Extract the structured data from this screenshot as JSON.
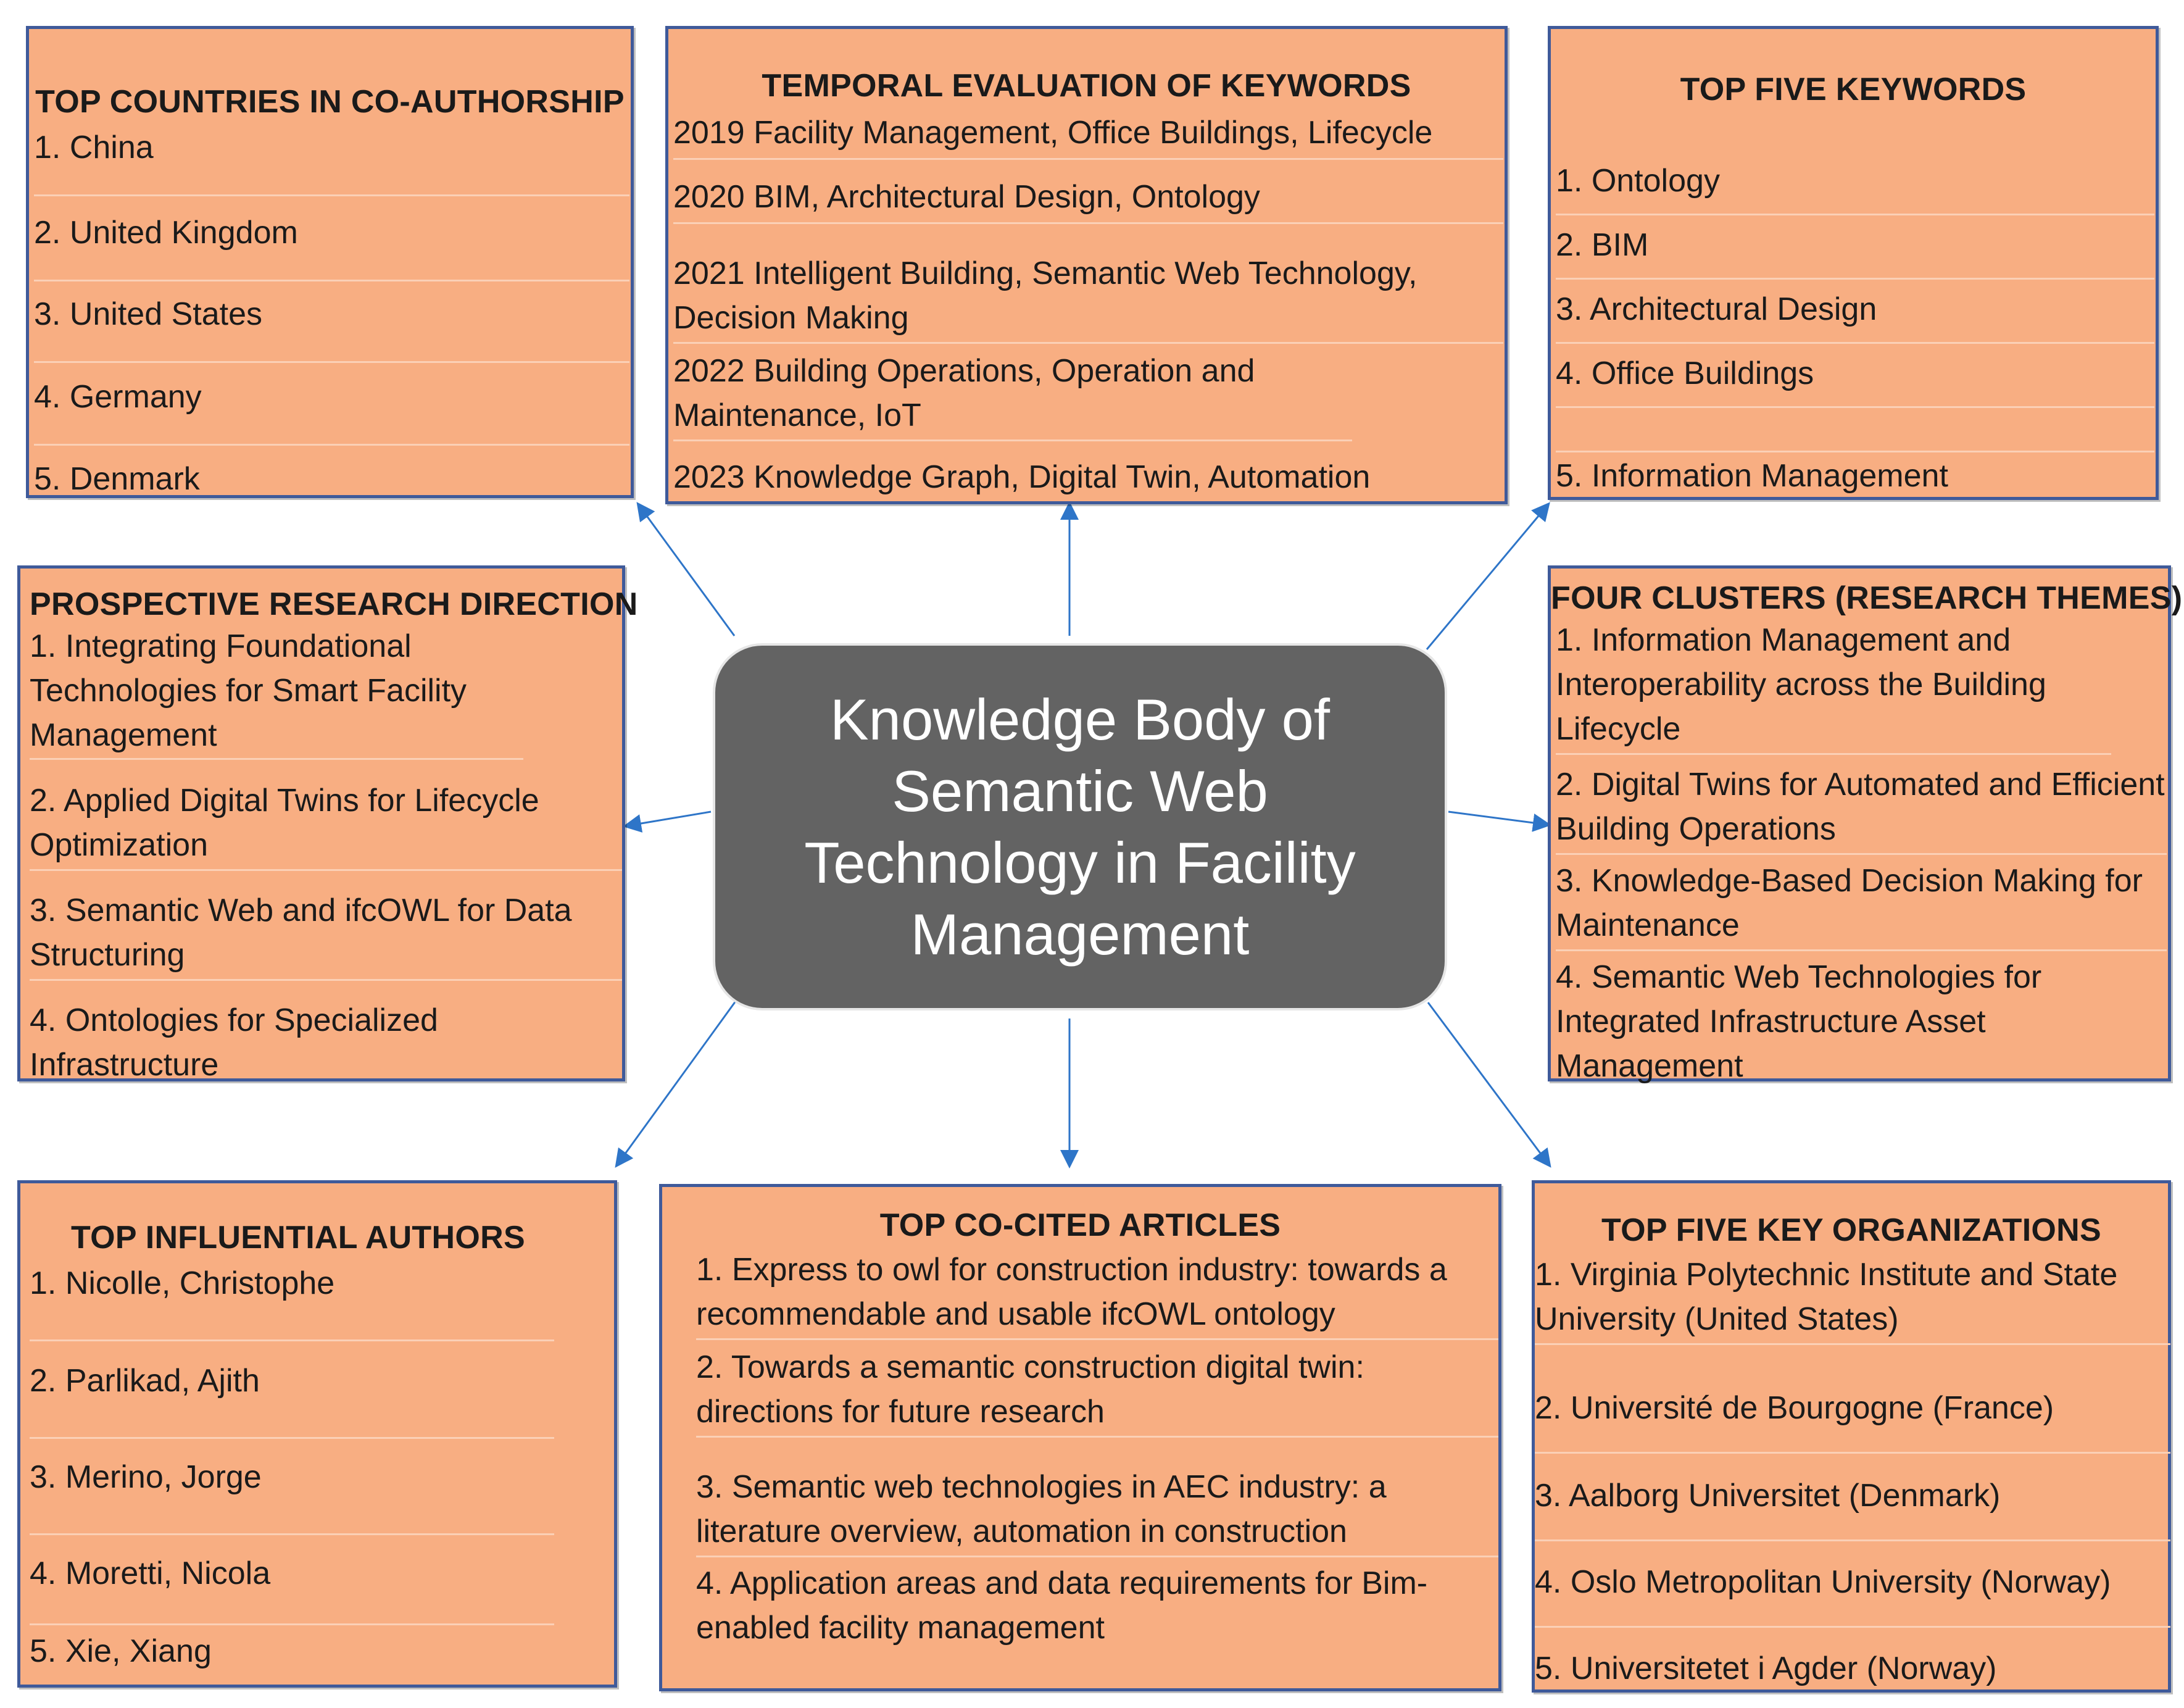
{
  "center": {
    "text": "Knowledge Body of Semantic Web Technology in Facility Management"
  },
  "countries": {
    "title": "TOP COUNTRIES IN CO-AUTHORSHIP",
    "items": [
      "1. China",
      "2. United Kingdom",
      "3. United States",
      "4. Germany",
      "5. Denmark"
    ]
  },
  "temporal": {
    "title": "TEMPORAL EVALUATION OF KEYWORDS",
    "items": [
      "2019 Facility Management, Office Buildings, Lifecycle",
      "2020 BIM, Architectural Design, Ontology",
      "2021 Intelligent Building, Semantic Web Technology, Decision Making",
      "2022 Building Operations, Operation and Maintenance, IoT",
      "2023 Knowledge Graph, Digital Twin, Automation"
    ]
  },
  "keywords": {
    "title": "TOP FIVE KEYWORDS",
    "items": [
      "1. Ontology",
      "2. BIM",
      "3. Architectural Design",
      "4. Office Buildings",
      "",
      "5. Information Management"
    ]
  },
  "prospective": {
    "title": "PROSPECTIVE RESEARCH DIRECTION",
    "items": [
      "1. Integrating Foundational Technologies for Smart Facility Management",
      "2. Applied Digital Twins for Lifecycle Optimization",
      "3. Semantic Web and ifcOWL for Data Structuring",
      "4. Ontologies for Specialized Infrastructure"
    ]
  },
  "clusters": {
    "title": "FOUR CLUSTERS (RESEARCH THEMES)",
    "items": [
      "1. Information Management and Interoperability across the Building Lifecycle",
      "2. Digital Twins for Automated and Efficient Building Operations",
      "3. Knowledge-Based Decision Making for Maintenance",
      "4. Semantic Web Technologies for Integrated Infrastructure Asset Management"
    ]
  },
  "authors": {
    "title": "TOP INFLUENTIAL AUTHORS",
    "items": [
      "1. Nicolle, Christophe",
      "2. Parlikad, Ajith",
      "3. Merino, Jorge",
      "4. Moretti, Nicola",
      "5. Xie, Xiang"
    ]
  },
  "articles": {
    "title": "TOP CO-CITED ARTICLES",
    "items": [
      "1. Express to owl for construction industry: towards a recommendable and usable ifcOWL ontology",
      "2. Towards a semantic construction digital twin: directions for future research",
      "3. Semantic web technologies in AEC industry: a literature overview, automation in construction",
      "4. Application areas and data requirements for Bim-enabled facility management"
    ]
  },
  "organizations": {
    "title": "TOP FIVE KEY ORGANIZATIONS",
    "items": [
      "1. Virginia Polytechnic Institute and State University (United States)",
      "2. Université de Bourgogne (France)",
      "3. Aalborg Universitet (Denmark)",
      "4. Oslo Metropolitan University (Norway)",
      "5. Universitetet i Agder (Norway)"
    ]
  },
  "colors": {
    "box_fill": "#f8ae82",
    "box_border": "#3f5a9a",
    "center_fill": "#636363",
    "arrow": "#2e75c8"
  }
}
